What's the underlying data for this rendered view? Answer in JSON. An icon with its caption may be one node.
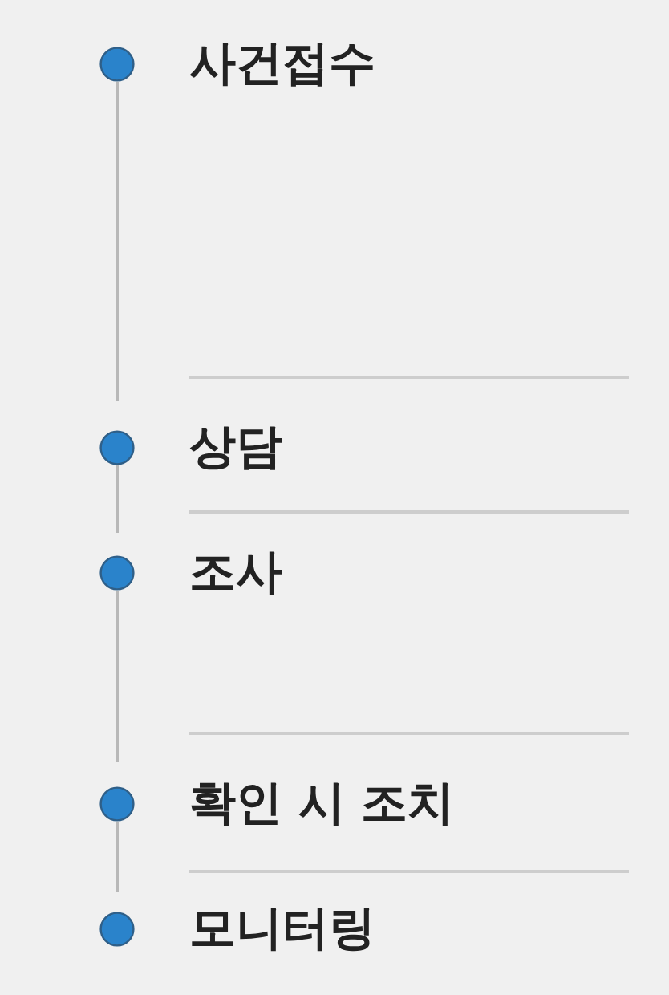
{
  "diagram": {
    "nodes": [
      {
        "text": [
          "사건접수"
        ]
      },
      {
        "text": [
          "상담"
        ]
      },
      {
        "text": [
          "조사"
        ]
      },
      {
        "text": [
          "확인 시 조치"
        ]
      },
      {
        "text": [
          "모니터링"
        ]
      }
    ]
  }
}
